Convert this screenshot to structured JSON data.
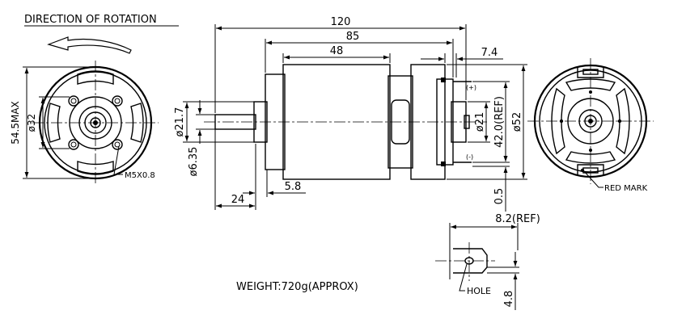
{
  "title": "DIRECTION OF ROTATION",
  "weight_label": "WEIGHT:720g(APPROX)",
  "front_view": {
    "max_dia": "54.5MAX",
    "pilot_dia": "ø32",
    "screw_label": "M5X0.8"
  },
  "side_view": {
    "overall_length": "120",
    "body_length": "85",
    "magnet_length": "48",
    "terminal_offset": "7.4",
    "bearing_dia": "ø21.7",
    "shaft_dia": "ø6.35",
    "shaft_length": "24",
    "boss_length": "5.8",
    "endbell_dia": "ø21",
    "terminal_spacing": "42.0(REF)",
    "body_dia": "ø52",
    "terminal_gap": "0.5",
    "plus_label": "(+)",
    "minus_label": "(-)"
  },
  "rear_view": {
    "red_mark": "RED MARK"
  },
  "terminal_detail": {
    "width": "8.2(REF)",
    "height": "4.8",
    "hole_label": "HOLE"
  }
}
